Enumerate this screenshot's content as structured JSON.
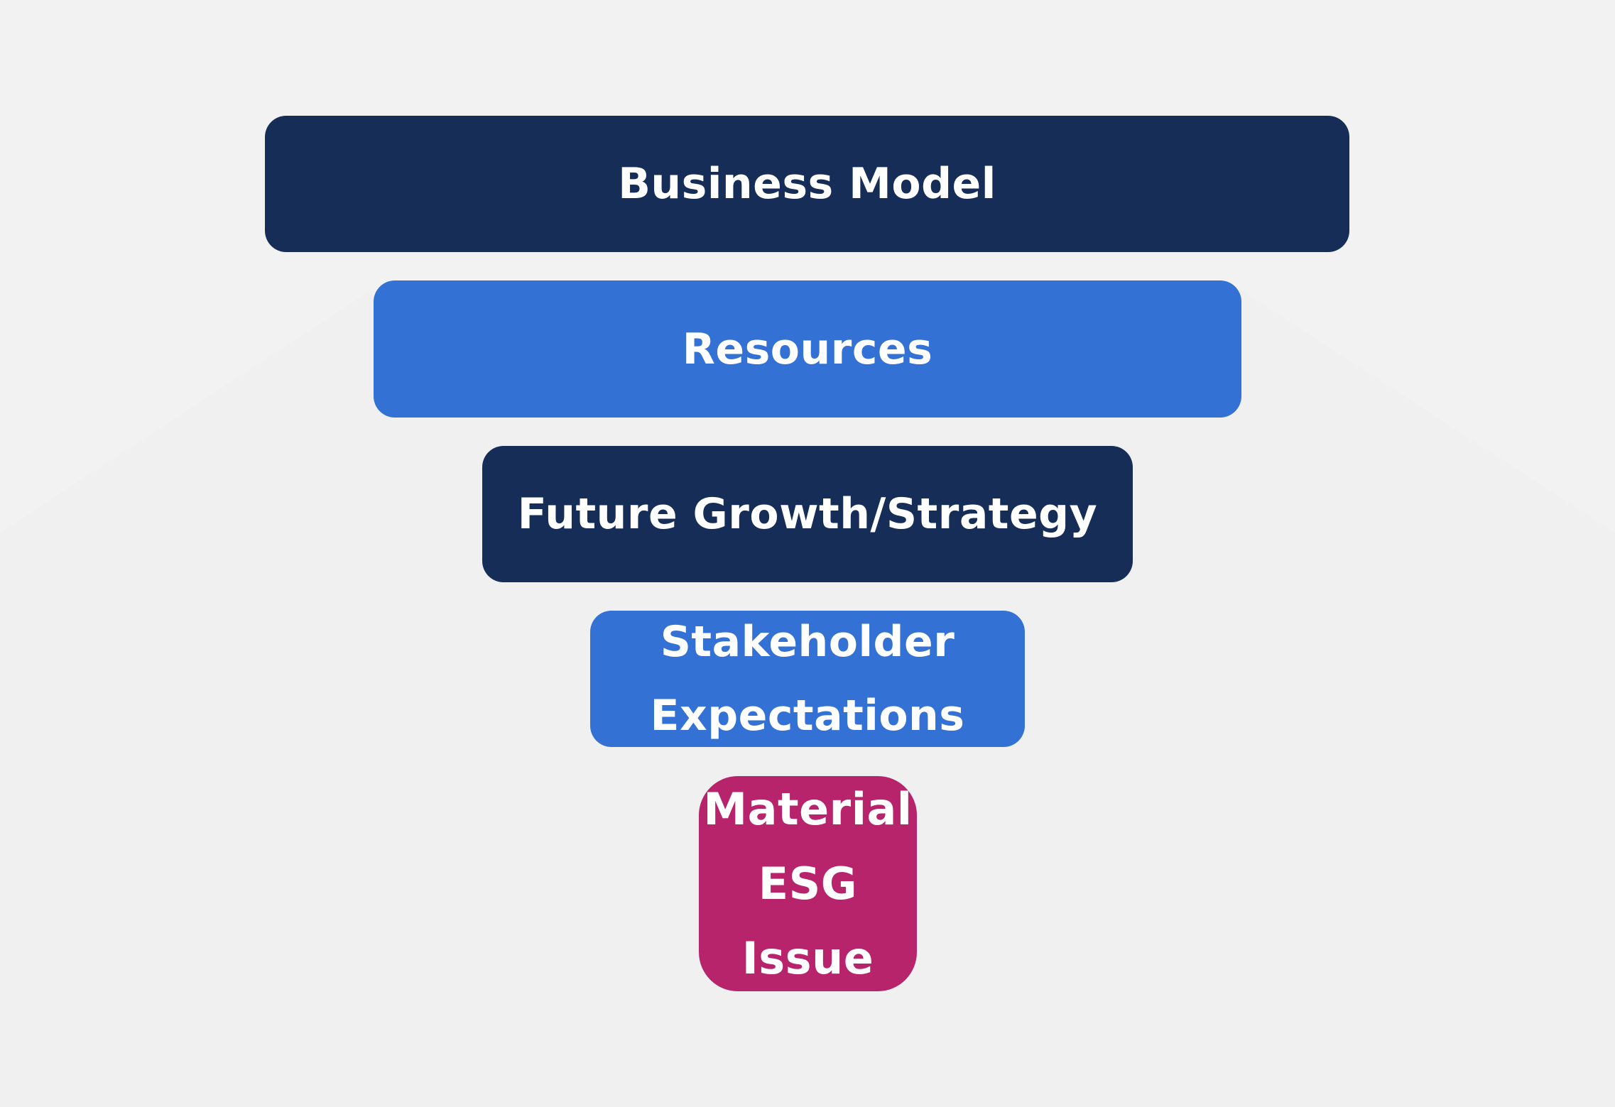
{
  "diagram": {
    "tiers": [
      {
        "lines": [
          "Business Model"
        ],
        "color": "#152d57"
      },
      {
        "lines": [
          "Resources"
        ],
        "color": "#3471d4"
      },
      {
        "lines": [
          "Future Growth/Strategy"
        ],
        "color": "#152d57"
      },
      {
        "lines": [
          "Stakeholder",
          "Expectations"
        ],
        "color": "#3471d4"
      },
      {
        "lines": [
          "Material",
          "ESG Issue"
        ],
        "color": "#b8246b"
      }
    ],
    "background_color": "#f2f2f2"
  }
}
